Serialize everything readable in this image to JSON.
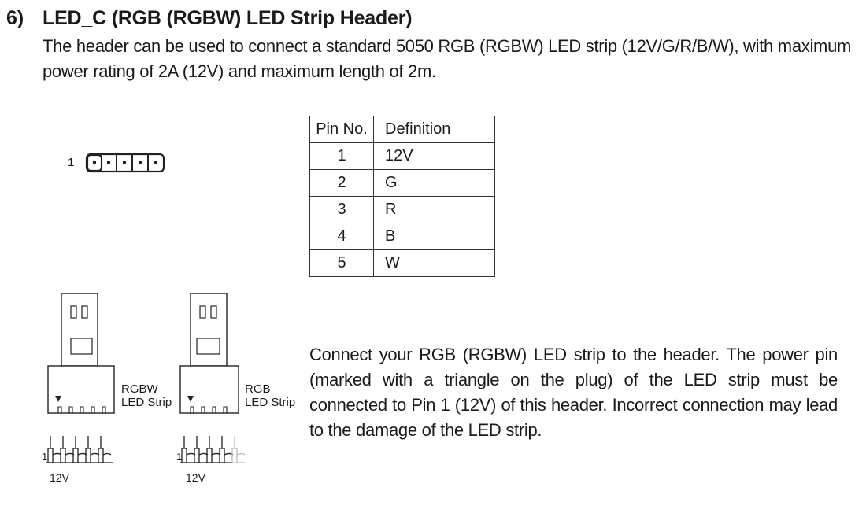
{
  "section": {
    "number": "6)",
    "title": "LED_C (RGB (RGBW) LED Strip Header)",
    "intro": "The header can be used to connect a standard 5050 RGB (RGBW) LED strip (12V/G/R/B/W), with maximum power rating of 2A (12V) and maximum length of 2m."
  },
  "header_diagram": {
    "pin1_label": "1"
  },
  "pin_table": {
    "headers": [
      "Pin No.",
      "Definition"
    ],
    "rows": [
      [
        "1",
        "12V"
      ],
      [
        "2",
        "G"
      ],
      [
        "3",
        "R"
      ],
      [
        "4",
        "B"
      ],
      [
        "5",
        "W"
      ]
    ]
  },
  "connectors": {
    "a": {
      "label_line1": "RGBW",
      "label_line2": "LED Strip",
      "pin1": "1",
      "power": "12V"
    },
    "b": {
      "label_line1": "RGB",
      "label_line2": "LED Strip",
      "pin1": "1",
      "power": "12V"
    }
  },
  "instructions": "Connect your RGB (RGBW) LED strip to the header. The power pin (marked with a triangle on the plug) of the LED strip must be connected to Pin 1 (12V) of this header. Incorrect connection may lead to the damage of the LED strip."
}
